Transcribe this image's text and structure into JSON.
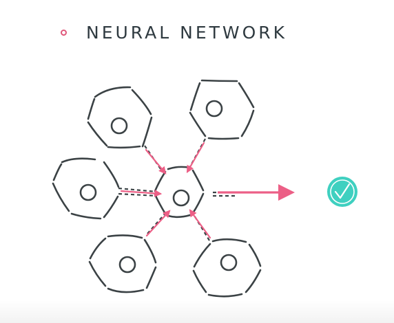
{
  "title": "NEURAL NETWORK",
  "colors": {
    "neuron_stroke": "#3b4245",
    "signal_arrow": "#ec5f86",
    "check_badge": "#3fd0c0",
    "title_text": "#2f3a40",
    "bullet": "#e0577a"
  },
  "icons": {
    "bullet": "circle-bullet-icon",
    "check": "check-icon"
  },
  "neurons": [
    "neuron-top-left",
    "neuron-top-right",
    "neuron-left",
    "neuron-center",
    "neuron-bottom-left",
    "neuron-bottom-right"
  ]
}
